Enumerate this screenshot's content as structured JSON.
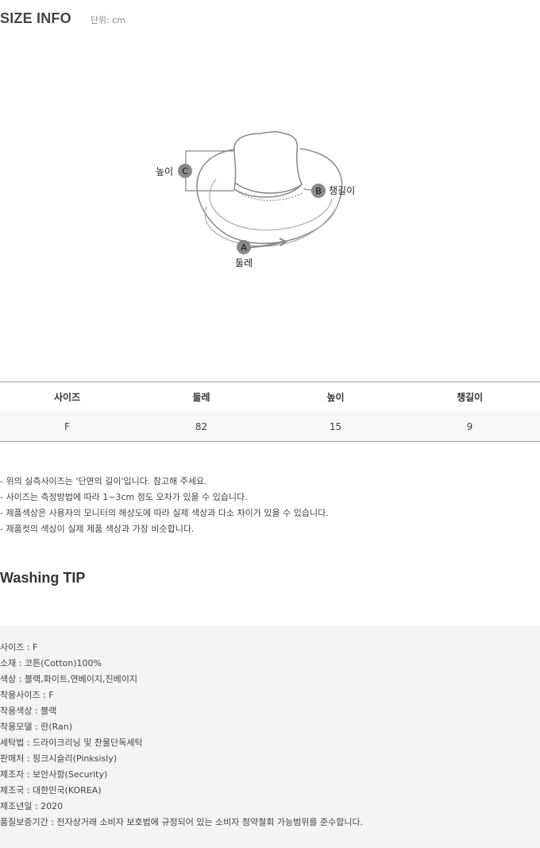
{
  "size_info": {
    "title": "SIZE INFO",
    "unit": "단위: cm"
  },
  "diagram": {
    "labels": {
      "height": "높이",
      "brim": "챙길이",
      "circumference": "둘레"
    },
    "markers": {
      "a": "A",
      "b": "B",
      "c": "C"
    }
  },
  "table": {
    "headers": [
      "사이즈",
      "둘레",
      "높이",
      "챙길이"
    ],
    "rows": [
      [
        "F",
        "82",
        "15",
        "9"
      ]
    ]
  },
  "notes": [
    "- 위의 실측사이즈는 '단면의 길이'입니다. 참고해 주세요.",
    "- 사이즈는 측정방법에 따라 1~3cm 정도 오차가 있을 수 있습니다.",
    "- 제품색상은 사용자의 모니터의 해상도에 따라 실제 색상과 다소 차이가 있을 수 있습니다.",
    "- 제품컷의 색상이 실제 제품 색상과 가장 비슷합니다."
  ],
  "washing": {
    "title": "Washing TIP"
  },
  "product_info": [
    "사이즈 : F",
    "소재 : 코튼(Cotton)100%",
    "색상 : 블랙,화이트,연베이지,진베이지",
    "착용사이즈 : F",
    "착용색상 : 블랙",
    "착용모델 : 란(Ran)",
    "세탁법 : 드라이크리닝 및 찬물단독세탁",
    "판매처 : 핑크시슬리(Pinksisly)",
    "제조자 : 보안사항(Security)",
    "제조국 : 대한민국(KOREA)",
    "제조년일 : 2020",
    "품질보증기간 : 전자상거래 소비자 보호법에 규정되어 있는 소비자 청약철회 가능범위를 준수합니다."
  ],
  "colors": {
    "marker": "#8a8a8a",
    "line": "#888888",
    "info_bg": "#f4f4f4"
  }
}
